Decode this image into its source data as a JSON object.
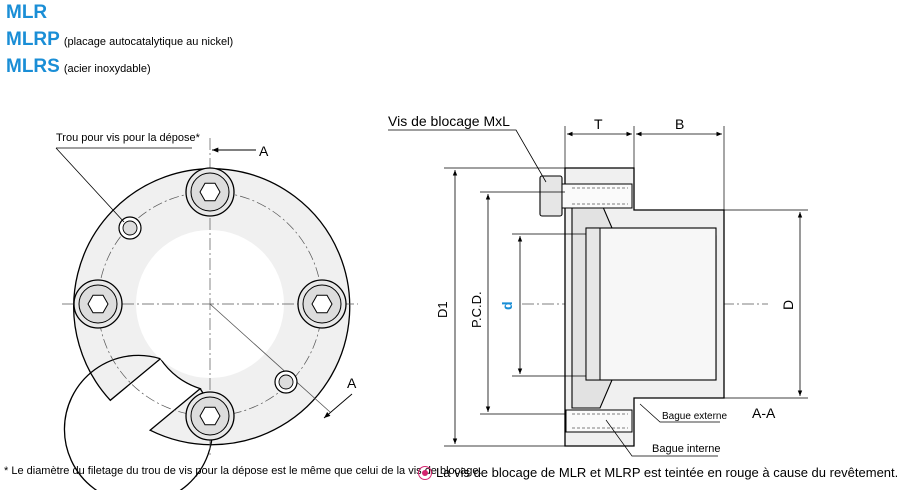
{
  "header": {
    "models": [
      {
        "code": "MLR",
        "note": ""
      },
      {
        "code": "MLRP",
        "note": "(placage autocatalytique au nickel)"
      },
      {
        "code": "MLRS",
        "note": "(acier inoxydable)"
      }
    ]
  },
  "front_view": {
    "removal_hole_label": "Trou pour vis pour la dépose*",
    "section_mark_top": "A",
    "section_mark_bottom": "A"
  },
  "side_view": {
    "locking_screw_label": "Vis de blocage MxL",
    "dim_T": "T",
    "dim_B": "B",
    "dim_D1": "D1",
    "dim_PCD": "P.C.D.",
    "dim_d": "d",
    "dim_D": "D",
    "outer_ring_label": "Bague externe",
    "inner_ring_label": "Bague interne",
    "section_label": "A-A"
  },
  "colors": {
    "accent": "#1a8ed6",
    "coating_mark": "#d4246e"
  },
  "footnotes": {
    "removal_note": "* Le diamètre du filetage du trou de vis pour la dépose est le même que celui de la vis de blocage.",
    "coating_note": "La vis de blocage de MLR et MLRP est teintée en rouge à cause du revêtement."
  }
}
